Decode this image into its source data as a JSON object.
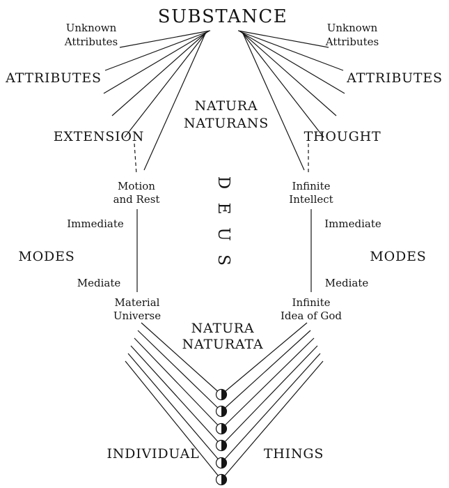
{
  "colors": {
    "ink": "#151515",
    "background": "#ffffff"
  },
  "diagram": {
    "substance": "SUBSTANCE",
    "natura_naturans": {
      "line1": "NATURA",
      "line2": "NATURANS"
    },
    "deus_letters": [
      "D",
      "E",
      "U",
      "S"
    ],
    "natura_naturata": {
      "line1": "NATURA",
      "line2": "NATURATA"
    },
    "individual": "INDIVIDUAL",
    "things": "THINGS",
    "left": {
      "unknown_attributes": {
        "line1": "Unknown",
        "line2": "Attributes"
      },
      "attributes": "ATTRIBUTES",
      "attribute_named": "EXTENSION",
      "immediate_infinite_mode": {
        "line1": "Motion",
        "line2": "and Rest"
      },
      "immediate": "Immediate",
      "modes": "MODES",
      "mediate": "Mediate",
      "mediate_infinite_mode": {
        "line1": "Material",
        "line2": "Universe"
      }
    },
    "right": {
      "unknown_attributes": {
        "line1": "Unknown",
        "line2": "Attributes"
      },
      "attributes": "ATTRIBUTES",
      "attribute_named": "THOUGHT",
      "immediate_infinite_mode": {
        "line1": "Infinite",
        "line2": "Intellect"
      },
      "immediate": "Immediate",
      "modes": "MODES",
      "mediate": "Mediate",
      "mediate_infinite_mode": {
        "line1": "Infinite",
        "line2": "Idea of God"
      }
    }
  }
}
